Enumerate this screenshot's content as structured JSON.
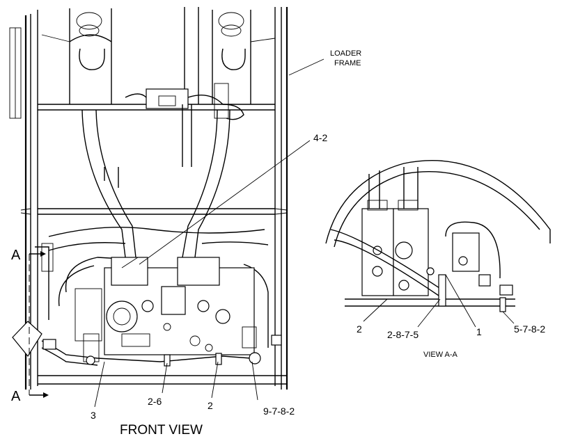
{
  "labels": {
    "loader_frame_line1": "LOADER",
    "loader_frame_line2": "FRAME",
    "front_view": "FRONT VIEW",
    "view_aa": "VIEW A-A",
    "section_top": "A",
    "section_bottom": "A"
  },
  "callouts": {
    "c_4_2": "4-2",
    "c_3": "3",
    "c_2_6": "2-6",
    "c_2_front": "2",
    "c_9_7_8_2": "9-7-8-2",
    "c_2_view": "2",
    "c_2_8_7_5": "2-8-7-5",
    "c_1": "1",
    "c_5_7_8_2": "5-7-8-2"
  }
}
